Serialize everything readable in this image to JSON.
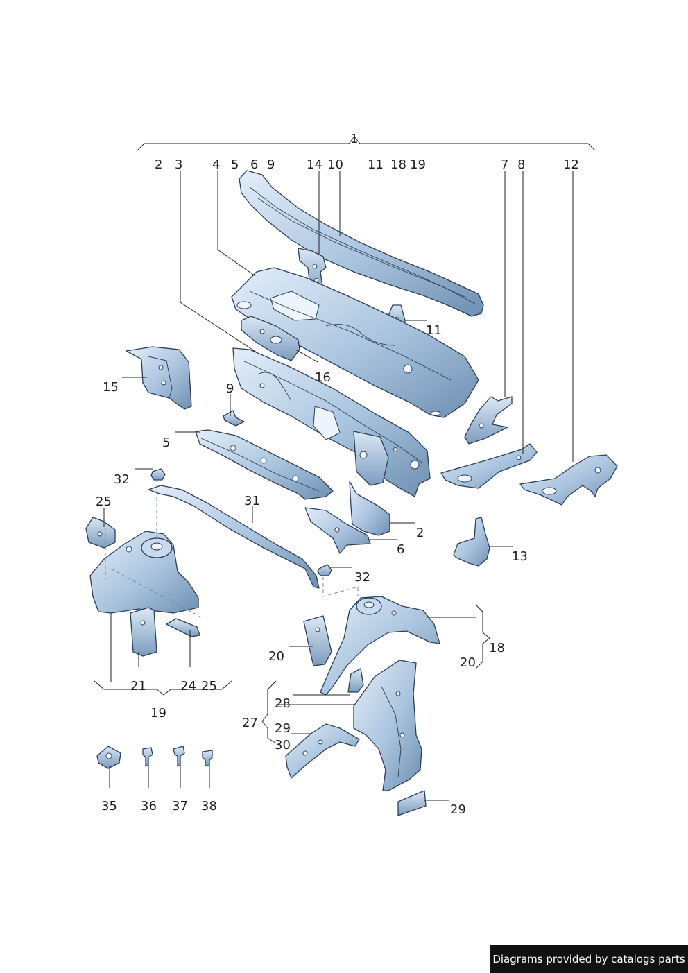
{
  "colors": {
    "part_light": "#cfe0f1",
    "part_mid": "#9ab6d3",
    "part_dark": "#5f7fa3",
    "outline": "#2c3e57",
    "footer_bg": "#111111",
    "footer_text": "#ffffff"
  },
  "callouts": {
    "c1": "1",
    "top2": "2",
    "top3": "3",
    "top4": "4",
    "top5": "5",
    "top6": "6",
    "top9": "9",
    "top14": "14",
    "top10": "10",
    "top11": "11",
    "top18": "18",
    "top19": "19",
    "top7": "7",
    "top8": "8",
    "top12": "12",
    "l11": "11",
    "l16": "16",
    "l15": "15",
    "l9": "9",
    "l5": "5",
    "l32a": "32",
    "l31": "31",
    "l25": "25",
    "l2": "2",
    "l6": "6",
    "l13": "13",
    "l32b": "32",
    "l20a": "20",
    "l18": "18",
    "l20b": "20",
    "l21": "21",
    "l24": "24",
    "l25b": "25",
    "l19": "19",
    "l28": "28",
    "l27": "27",
    "l29a": "29",
    "l30": "30",
    "l29b": "29",
    "l35": "35",
    "l36": "36",
    "l37": "37",
    "l38": "38"
  },
  "footer": {
    "text": "Diagrams provided by catalogs parts"
  }
}
